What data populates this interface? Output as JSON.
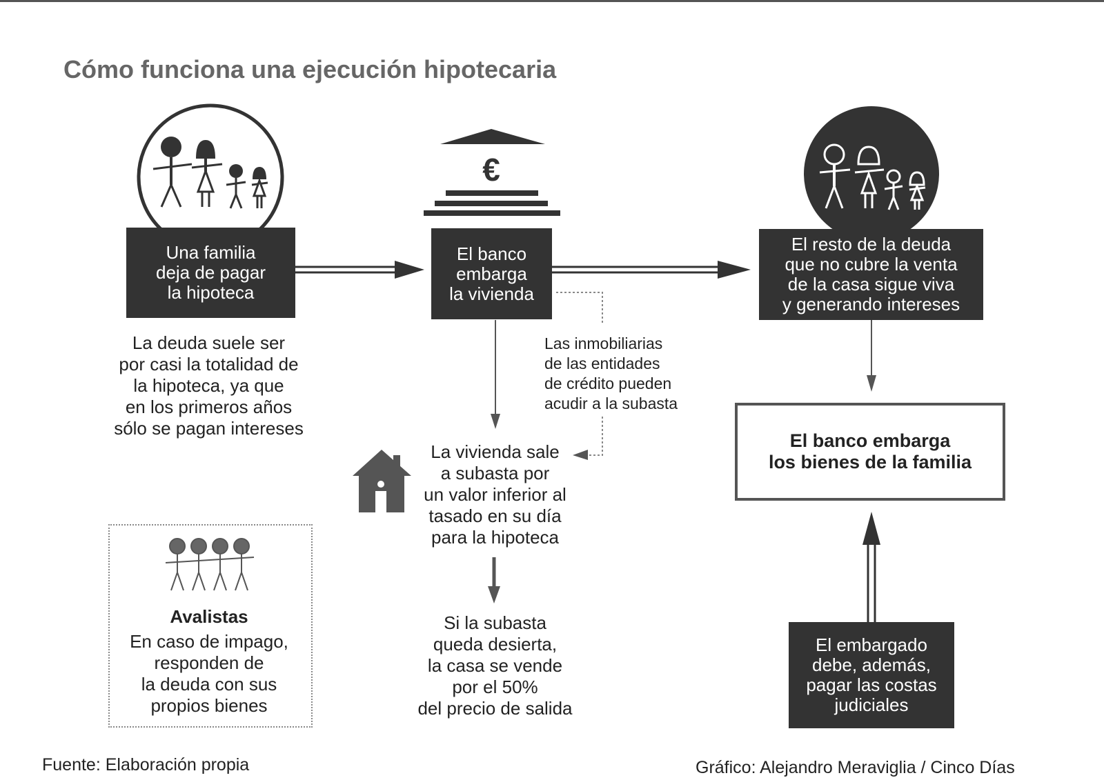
{
  "title": "Cómo funciona una ejecución hipotecaria",
  "boxes": {
    "familia": "Una familia\ndeja de pagar\nla hipoteca",
    "banco": "El banco\nembarga\nla vivienda",
    "resto": "El resto de la deuda\nque no cubre la venta\nde la casa sigue viva\ny generando intereses",
    "bienes": "El banco embarga\nlos bienes de la familia",
    "costas": "El embargado\ndebe, además,\npagar las costas\njudiciales"
  },
  "notes": {
    "deuda": "La deuda suele ser\npor casi la totalidad de\nla hipoteca, ya que\nen los primeros años\nsólo se pagan intereses",
    "inmobiliarias": "Las inmobiliarias\nde las entidades\nde crédito pueden\nacudir a la subasta",
    "subasta": "La vivienda sale\na subasta por\nun valor inferior al\ntasado en su día\npara la hipoteca",
    "desierta": "Si la subasta\nqueda desierta,\nla casa se vende\npor el 50%\ndel precio de salida",
    "avalistas_title": "Avalistas",
    "avalistas_text": "En caso de impago,\nresponden de\nla deuda con sus\npropios bienes"
  },
  "euro_symbol": "€",
  "footer": {
    "source": "Fuente: Elaboración propia",
    "credit": "Gráfico: Alejandro Meraviglia / Cinco Días"
  },
  "icons": [
    "family-icon",
    "bank-icon",
    "family-dark-icon",
    "house-icon",
    "guarantors-icon"
  ],
  "colors": {
    "dark": "#333333",
    "gray": "#666666",
    "arrow": "#444444"
  }
}
